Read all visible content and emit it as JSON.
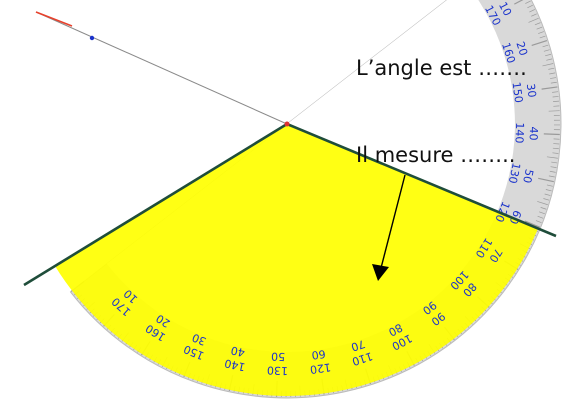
{
  "questions": {
    "q1": "L’angle est …….",
    "q2": "Il mesure …….."
  },
  "protractor": {
    "outer_scale": [
      "10",
      "20",
      "30",
      "40",
      "50",
      "60",
      "70",
      "80",
      "90",
      "100",
      "110",
      "120",
      "130",
      "140",
      "150",
      "160",
      "170"
    ],
    "inner_scale": [
      "170",
      "160",
      "150",
      "140",
      "130",
      "120",
      "110",
      "100",
      "90",
      "80",
      "70",
      "60",
      "50",
      "40",
      "30",
      "20",
      "10"
    ],
    "colors": {
      "fill": "#ffff00",
      "ring": "#d9d9d9",
      "numbers": "#1a33cc",
      "ray": "#1f4d3a",
      "thin_ray": "#8a8a8a",
      "arrow": "#000000"
    }
  }
}
